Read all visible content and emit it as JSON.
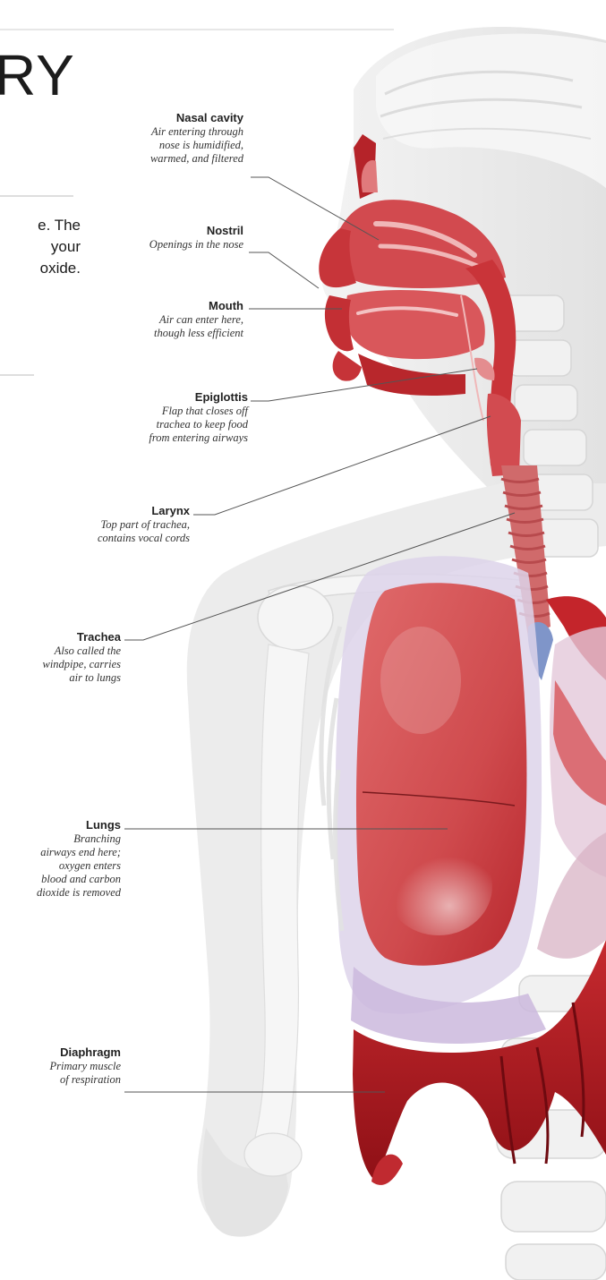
{
  "title": "RY",
  "intro_lines": [
    "e. The",
    "your",
    "oxide."
  ],
  "labels": [
    {
      "id": "nasal-cavity",
      "name": "Nasal cavity",
      "desc": [
        "Air entering through",
        "nose is humidified,",
        "warmed, and filtered"
      ]
    },
    {
      "id": "nostril",
      "name": "Nostril",
      "desc": [
        "Openings in the nose"
      ]
    },
    {
      "id": "mouth",
      "name": "Mouth",
      "desc": [
        "Air can enter here,",
        "though less efficient"
      ]
    },
    {
      "id": "epiglottis",
      "name": "Epiglottis",
      "desc": [
        "Flap that closes off",
        "trachea to keep food",
        "from entering airways"
      ]
    },
    {
      "id": "larynx",
      "name": "Larynx",
      "desc": [
        "Top part of trachea,",
        "contains vocal cords"
      ]
    },
    {
      "id": "trachea",
      "name": "Trachea",
      "desc": [
        "Also called the",
        "windpipe, carries",
        "air to lungs"
      ]
    },
    {
      "id": "lungs",
      "name": "Lungs",
      "desc": [
        "Branching",
        "airways end here;",
        "oxygen enters",
        "blood and carbon",
        "dioxide is removed"
      ]
    },
    {
      "id": "diaphragm",
      "name": "Diaphragm",
      "desc": [
        "Primary muscle",
        "of respiration"
      ]
    }
  ],
  "colors": {
    "tissue_red": "#c8262c",
    "tissue_light": "#e0676a",
    "lung_pink": "#d75a5c",
    "membrane": "#d9cfe6",
    "skin_gray": "#ebebeb",
    "bone": "#f4f4f4",
    "leader": "#555555"
  }
}
